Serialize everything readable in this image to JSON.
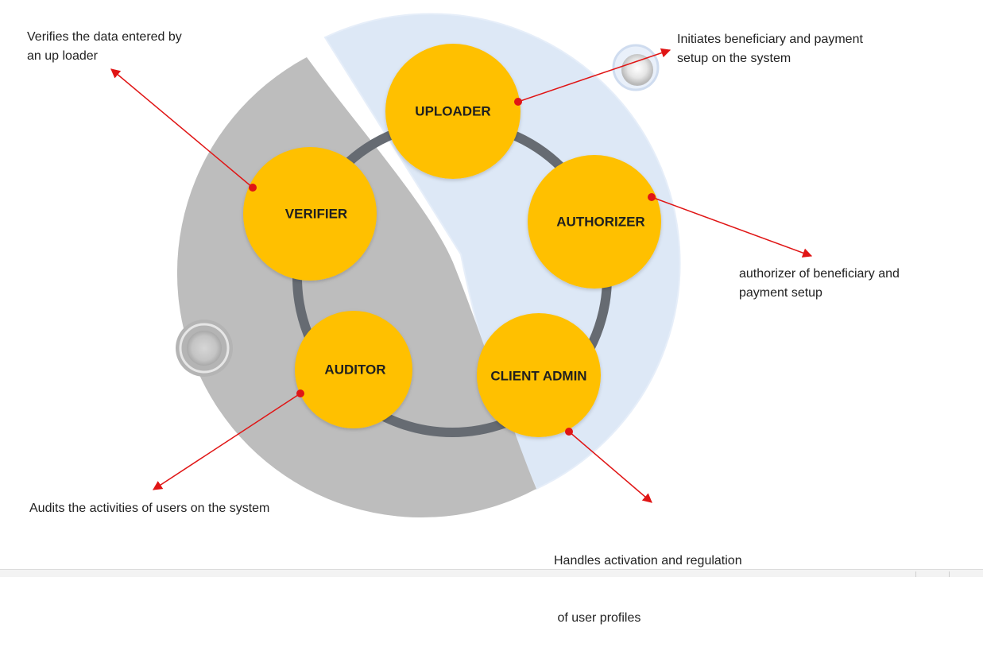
{
  "roles": {
    "uploader": "UPLOADER",
    "authorizer": "AUTHORIZER",
    "client_admin": "CLIENT ADMIN",
    "auditor": "AUDITOR",
    "verifier": "VERIFIER"
  },
  "descriptions": {
    "uploader": [
      "Initiates beneficiary and payment",
      "setup on the system"
    ],
    "authorizer": [
      "authorizer of beneficiary and",
      "payment setup"
    ],
    "client_admin": [
      "Handles activation and regulation",
      " of user profiles"
    ],
    "auditor": [
      "Audits the activities of users on the system"
    ],
    "verifier": [
      "Verifies the data entered by",
      "an up loader"
    ]
  },
  "colors": {
    "role_fill": "#FFC000",
    "ring": "#666b72",
    "left_segment": "#bdbdbd",
    "right_segment": "#dde8f6",
    "arrow": "#e01515"
  }
}
